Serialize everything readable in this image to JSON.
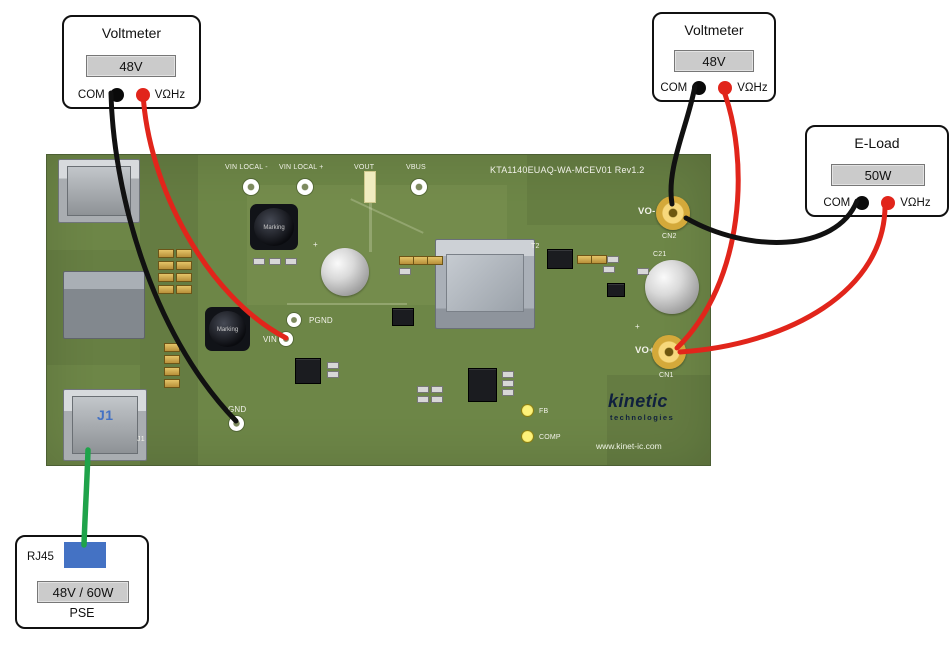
{
  "instruments": {
    "voltmeter_left": {
      "title": "Voltmeter",
      "display": "48V",
      "com": "COM",
      "vohz": "VΩHz"
    },
    "voltmeter_right": {
      "title": "Voltmeter",
      "display": "48V",
      "com": "COM",
      "vohz": "VΩHz"
    },
    "eload": {
      "title": "E-Load",
      "display": "50W",
      "com": "COM",
      "vohz": "VΩHz"
    },
    "pse": {
      "connector": "RJ45",
      "display": "48V / 60W",
      "title": "PSE"
    }
  },
  "board": {
    "title": "KTA1140EUAQ-WA-MCEV01 Rev1.2",
    "top_labels": [
      "VIN LOCAL -",
      "VIN LOCAL +",
      "VOUT",
      "VBUS"
    ],
    "pads": {
      "pgnd": "PGND",
      "vin": "VIN",
      "gnd": "GND",
      "vo_minus": "VO-",
      "cn2": "CN2",
      "vo_plus": "VO+",
      "cn1": "CN1"
    },
    "components": {
      "j1": "J1",
      "t2": "T2",
      "c21": "C21",
      "marking": "Marking",
      "plus": "+"
    },
    "testpoints": {
      "fb": "FB",
      "comp": "COMP"
    },
    "logo": {
      "brand": "kinetic",
      "sub": "technologies",
      "url": "www.kinet-ic.com"
    }
  },
  "colors": {
    "wire_black": "#111111",
    "wire_red": "#e1251b",
    "wire_green": "#1fa34a",
    "board_green": "#6d8647",
    "gold_pad": "#d4a93a",
    "accent_blue": "#4472c4"
  }
}
